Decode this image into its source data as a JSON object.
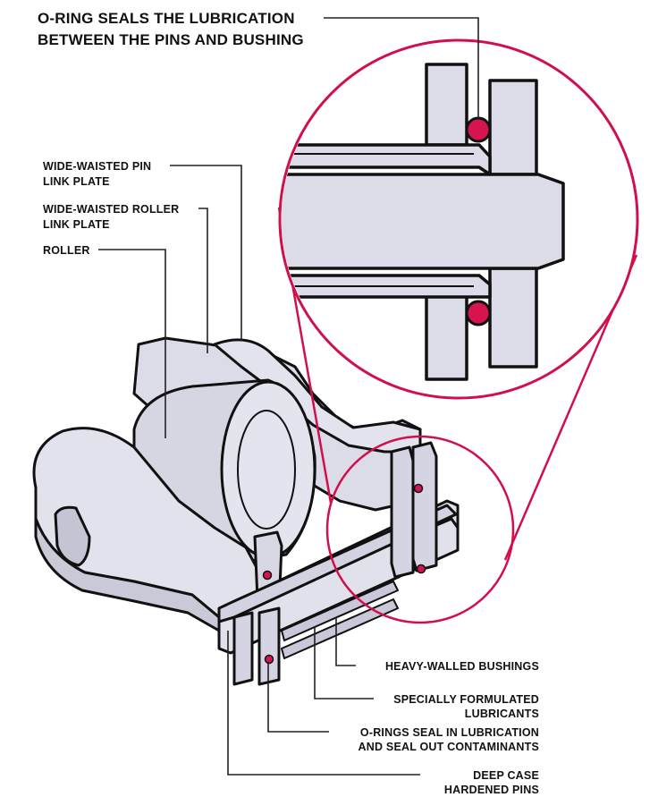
{
  "colors": {
    "part_fill": "#dcdce8",
    "part_fill_dark": "#c7c7d6",
    "outline": "#111111",
    "seal": "#d6144f",
    "callout_ring": "#d0104a",
    "background": "#ffffff"
  },
  "title": {
    "line1": "O-RING SEALS THE LUBRICATION",
    "line2": "BETWEEN THE PINS AND BUSHING"
  },
  "left_labels": {
    "pin_link_plate": {
      "line1": "WIDE-WAISTED PIN",
      "line2": "LINK PLATE"
    },
    "roller_link_plate": {
      "line1": "WIDE-WAISTED ROLLER",
      "line2": "LINK PLATE"
    },
    "roller": {
      "line1": "ROLLER"
    }
  },
  "bottom_labels": {
    "bushings": {
      "line1": "HEAVY-WALLED BUSHINGS"
    },
    "lubricants": {
      "line1": "SPECIALLY FORMULATED",
      "line2": "LUBRICANTS"
    },
    "o_rings": {
      "line1": "O-RINGS SEAL IN LUBRICATION",
      "line2": "AND SEAL OUT CONTAMINANTS"
    },
    "pins": {
      "line1": "DEEP CASE",
      "line2": "HARDENED PINS"
    }
  }
}
